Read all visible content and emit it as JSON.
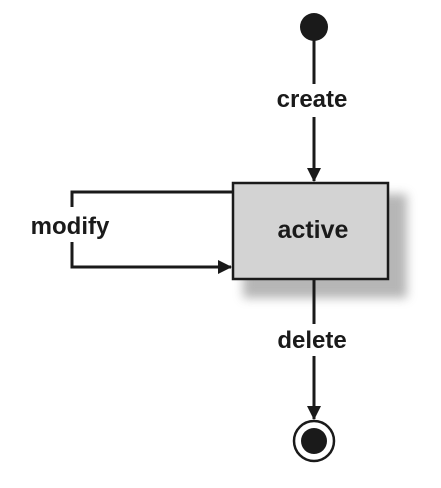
{
  "diagram": {
    "states": {
      "active": {
        "label": "active"
      }
    },
    "transitions": {
      "create": {
        "label": "create"
      },
      "modify": {
        "label": "modify"
      },
      "delete": {
        "label": "delete"
      }
    }
  },
  "colors": {
    "line": "#1a1a1a",
    "state_fill": "#d3d3d3",
    "shadow": "#bdbdbd",
    "background": "#ffffff"
  }
}
